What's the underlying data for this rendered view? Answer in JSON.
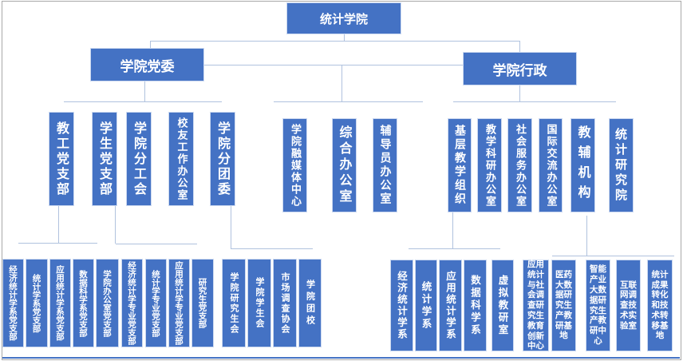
{
  "title": "统计学院",
  "level2": [
    "学院党委",
    "学院行政"
  ],
  "level3": [
    "教工党支部",
    "学生党支部",
    "学院分工会",
    "校友工作办公室",
    "学院分团委",
    "学院融媒体中心",
    "综合办公室",
    "辅导员办公室",
    "基层教学组织",
    "教学科研办公室",
    "社会服务办公室",
    "国际交流办公室",
    "教辅机构",
    "统计研究院"
  ],
  "groups": [
    {
      "parent": "教工党支部",
      "items": [
        "经济统计学系党支部",
        "统计学系党支部",
        "应用统计学系党支部",
        "数据科学系党支部",
        "学院办公室党支部"
      ]
    },
    {
      "parent": "学生党支部",
      "items": [
        "经济统计学专业党支部",
        "统计学专业党支部",
        "应用统计学专业党支部",
        "研究生党支部"
      ]
    },
    {
      "parent": "学院分团委",
      "items": [
        "学院研究生会",
        "学院学生会",
        "市场调查协会",
        "学院团校"
      ]
    },
    {
      "parent": "基层教学组织",
      "items": [
        "经济统计学系",
        "统计学系",
        "应用统计学系",
        "数据科学系",
        "虚拟教研室"
      ]
    },
    {
      "parent": "教辅机构",
      "items": [
        "应用统计与社会调查研究生教育创新中心",
        "医药大数据研究生产教研基地",
        "智能产业大数据研究生产教研中心",
        "互联网调查技术实验室",
        "统计成果转化和技术转移基地"
      ]
    }
  ],
  "colors": {
    "node_fill": "#4472C4",
    "node_text": "#FFFFFF",
    "connector": "#B0C2DE",
    "bottom_rule": "#4472C4"
  }
}
